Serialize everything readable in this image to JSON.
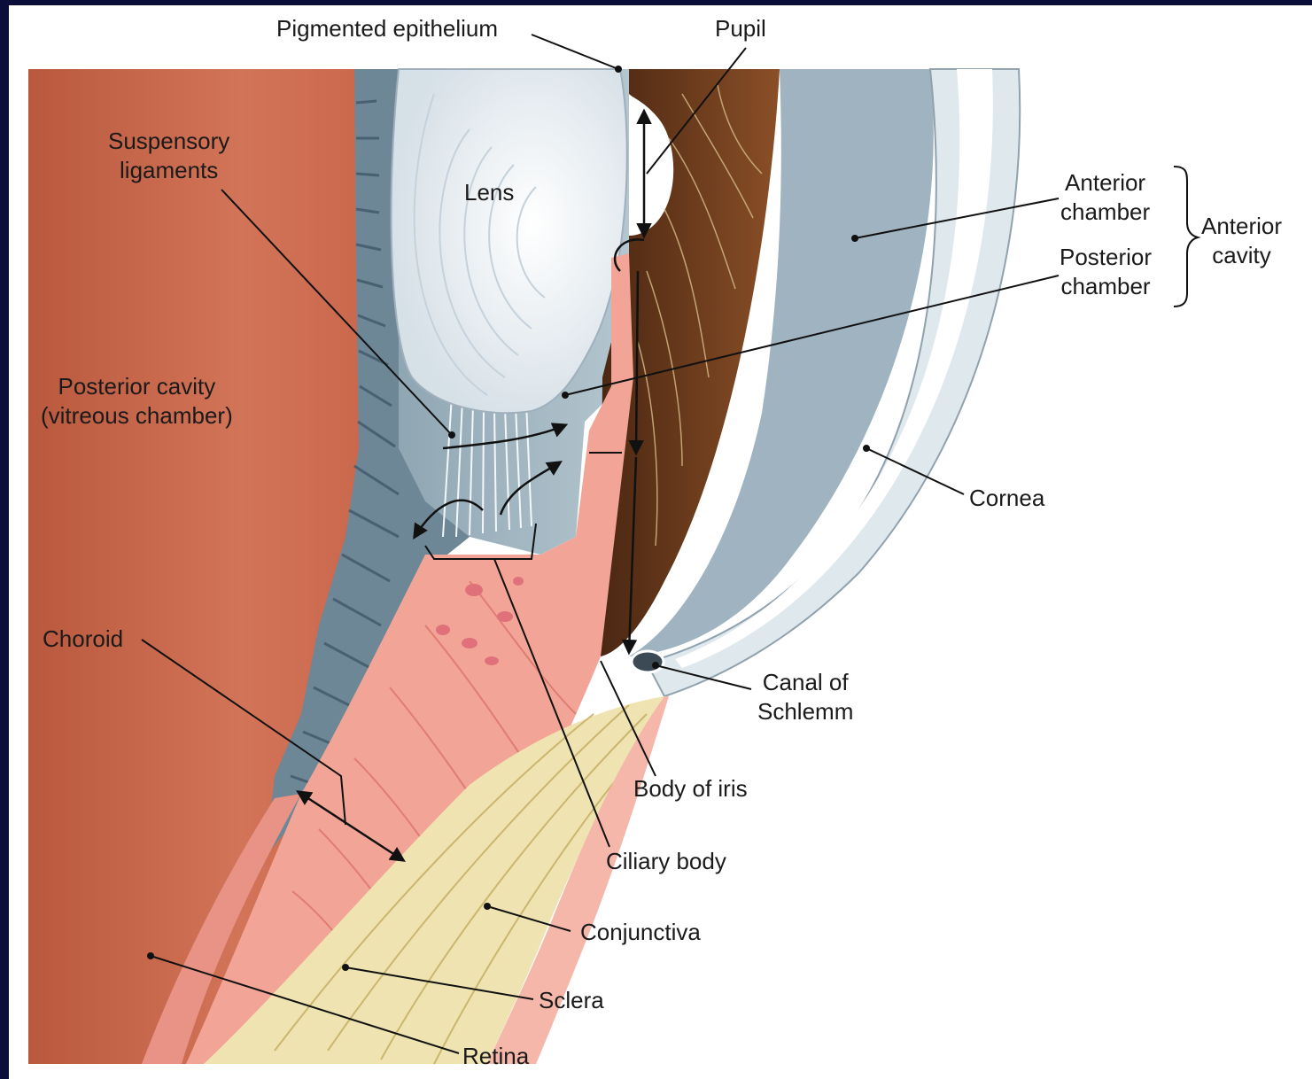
{
  "labels": {
    "pigmented_epithelium": "Pigmented epithelium",
    "pupil": "Pupil",
    "suspensory_ligaments": [
      "Suspensory",
      "ligaments"
    ],
    "lens": "Lens",
    "anterior_chamber": [
      "Anterior",
      "chamber"
    ],
    "posterior_chamber": [
      "Posterior",
      "chamber"
    ],
    "anterior_cavity": [
      "Anterior",
      "cavity"
    ],
    "posterior_cavity": [
      "Posterior cavity",
      "(vitreous chamber)"
    ],
    "cornea": "Cornea",
    "choroid": "Choroid",
    "canal_of_schlemm": [
      "Canal of",
      "Schlemm"
    ],
    "body_of_iris": "Body of iris",
    "ciliary_body": "Ciliary body",
    "conjunctiva": "Conjunctiva",
    "sclera": "Sclera",
    "retina": "Retina"
  },
  "colors": {
    "background_border": "#0c0e3a",
    "vitreous": "#c8684a",
    "lens": "#e9eef2",
    "aqueous": "#9fb3bf",
    "cornea": "#cfdae0",
    "iris": "#6b3a1e",
    "ciliary": "#f0a596",
    "sclera": "#efe3b2"
  }
}
